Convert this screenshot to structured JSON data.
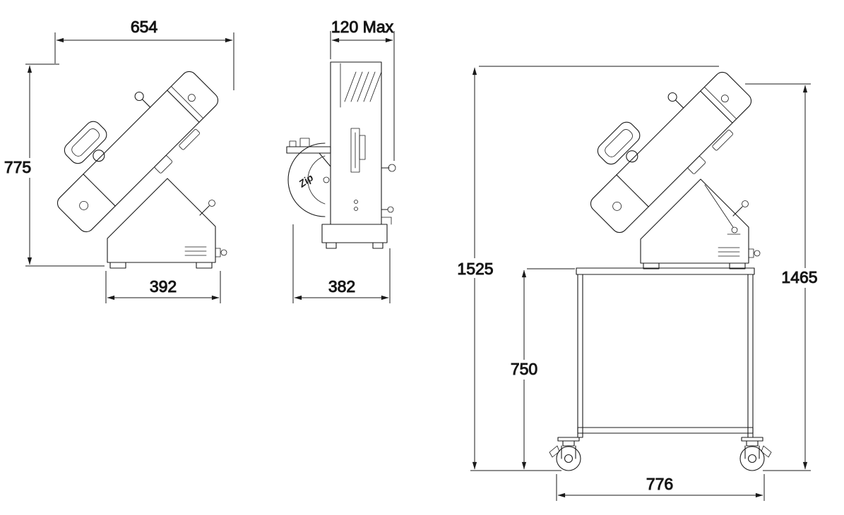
{
  "drawing": {
    "front_view": {
      "overall_width": "654",
      "overall_height": "775",
      "base_width": "392"
    },
    "side_view": {
      "max_depth": "120 Max",
      "base_depth": "382",
      "logo": "Zip"
    },
    "cart_view": {
      "overall_height_on_cart": "1525",
      "machine_top_height": "1465",
      "cart_height": "750",
      "cart_width": "776"
    }
  }
}
